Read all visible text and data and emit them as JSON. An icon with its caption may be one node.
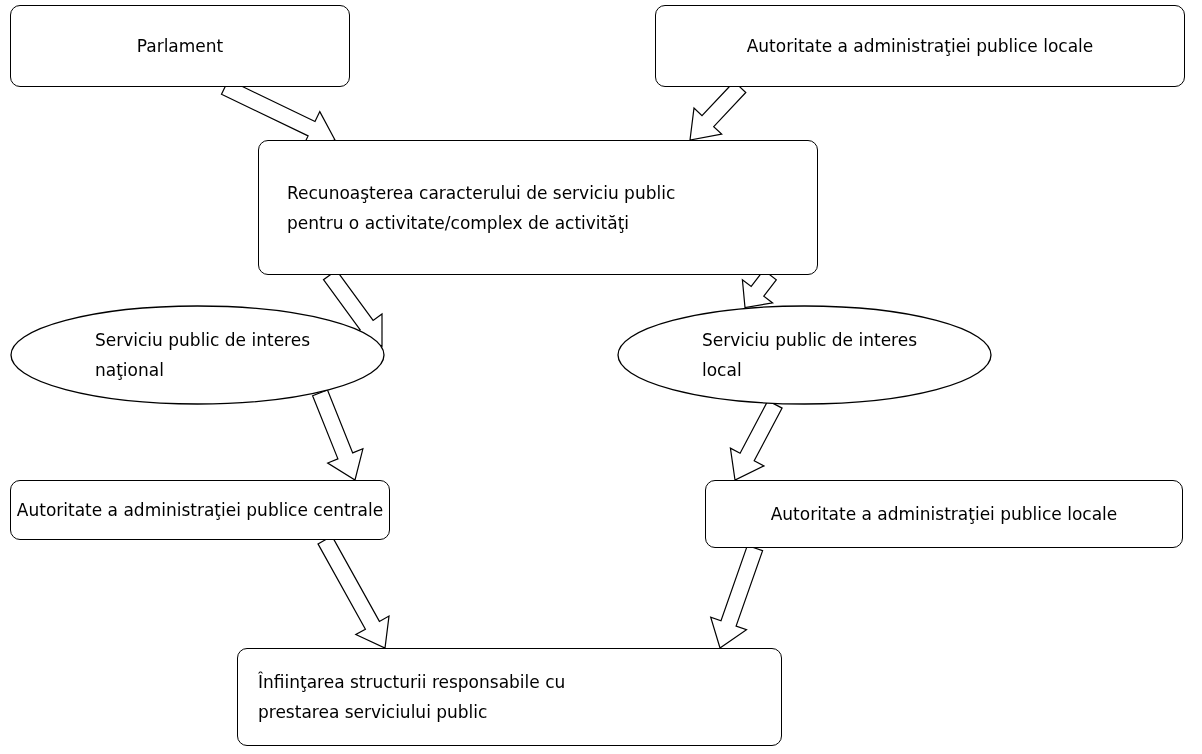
{
  "diagram": {
    "nodes": [
      {
        "text": [
          "Parlament"
        ]
      },
      {
        "text": [
          "Autoritate a administraţiei publice locale"
        ]
      },
      {
        "text": [
          "Recunoaşterea caracterului de serviciu public pentru o activitate/complex de activităţi"
        ]
      },
      {
        "text": [
          "Serviciu public de interes naţional"
        ]
      },
      {
        "text": [
          "Serviciu public de interes local"
        ]
      },
      {
        "text": [
          "Autoritate a administraţiei publice centrale"
        ]
      },
      {
        "text": [
          "Autoritate a administraţiei publice locale"
        ]
      },
      {
        "text": [
          "Înfiinţarea structurii responsabile cu prestarea serviciului public"
        ]
      }
    ],
    "edges": [
      {
        "from": 0,
        "to": 2,
        "arrow": "to"
      },
      {
        "from": 1,
        "to": 2,
        "arrow": "to"
      },
      {
        "from": 2,
        "to": 3,
        "arrow": "to"
      },
      {
        "from": 2,
        "to": 4,
        "arrow": "to"
      },
      {
        "from": 3,
        "to": 5,
        "arrow": "to"
      },
      {
        "from": 4,
        "to": 6,
        "arrow": "to"
      },
      {
        "from": 5,
        "to": 7,
        "arrow": "to"
      },
      {
        "from": 6,
        "to": 7,
        "arrow": "to"
      }
    ]
  }
}
